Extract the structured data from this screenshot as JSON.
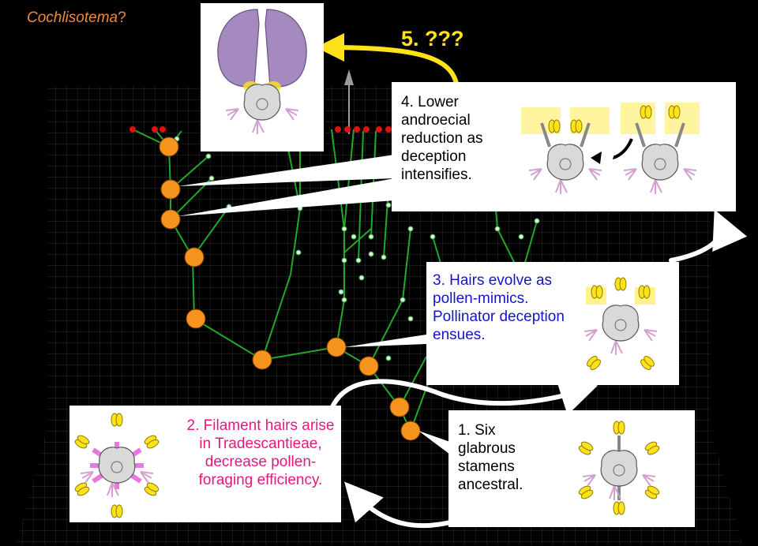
{
  "title_fragment": {
    "italic": "Cochlisotema",
    "suffix": "?"
  },
  "step5_label": "5.  ???",
  "steps": {
    "s1": "1. Six glabrous stamens ancestral.",
    "s2": "2. Filament hairs arise in Tradescantieae, decrease pollen-foraging efficiency.",
    "s3": "3. Hairs evolve as pollen-mimics. Pollinator deception ensues.",
    "s4": "4. Lower androecial reduction as deception intensifies."
  },
  "colors": {
    "background": "#000000",
    "node": "#f7941d",
    "edge": "#22a82a",
    "step2_text": "#e5177f",
    "step3_text": "#1414c8",
    "title_text": "#f08a3c",
    "step5": "#ffe21a",
    "petal": "#a58ac0",
    "anther": "#ffe21a",
    "hair_pink": "#e655d9"
  },
  "icons": [
    "flower-diagram-icon",
    "arrow-icon",
    "axis-arrow-icon"
  ]
}
